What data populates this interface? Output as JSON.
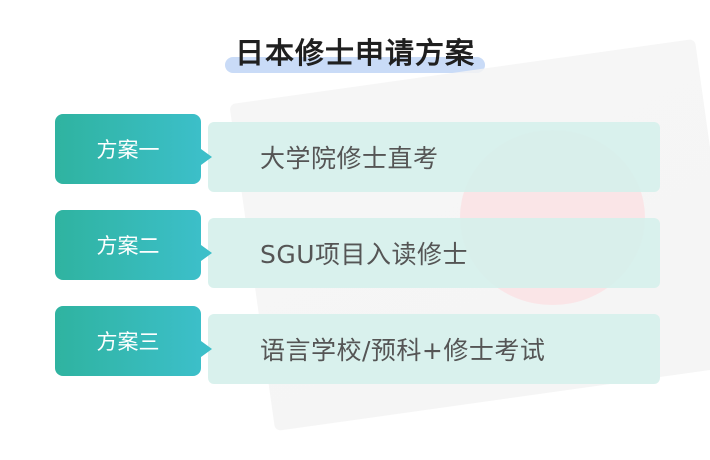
{
  "title": "日本修士申请方案",
  "plans": [
    {
      "label": "方案一",
      "text": "大学院修士直考"
    },
    {
      "label": "方案二",
      "text": "SGU项目入读修士"
    },
    {
      "label": "方案三",
      "text": "语言学校/预科+修士考试"
    }
  ],
  "colors": {
    "accent_start": "#2fb3a0",
    "accent_end": "#3cbfc9",
    "box_bg": "#d6f0ec",
    "title_highlight": "#c9dbf7"
  }
}
